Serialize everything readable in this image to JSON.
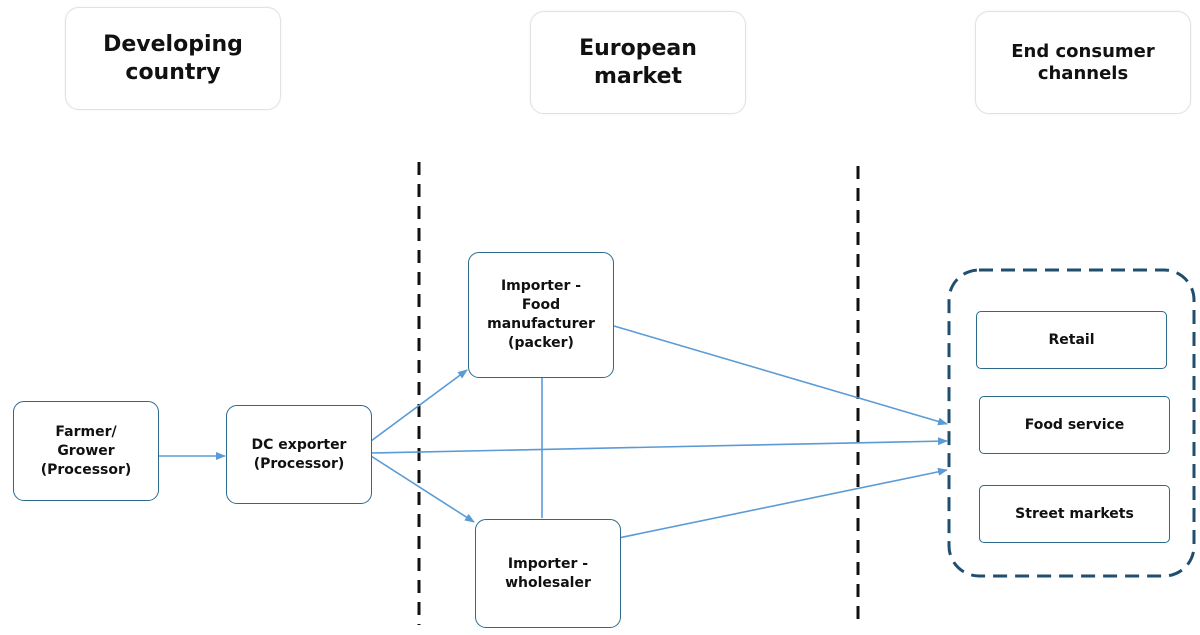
{
  "headers": {
    "developing": "Developing\ncountry",
    "european": "European\nmarket",
    "consumer": "End consumer\nchannels"
  },
  "nodes": {
    "farmer": "Farmer/\nGrower\n(Processor)",
    "exporter": "DC exporter\n(Processor)",
    "manufacturer": "Importer -\nFood\nmanufacturer\n(packer)",
    "wholesaler": "Importer -\nwholesaler"
  },
  "channels": {
    "retail": "Retail",
    "food_service": "Food service",
    "street_markets": "Street markets"
  },
  "colors": {
    "arrow": "#5b9bd5",
    "node_border": "#2b6a8a",
    "group_border": "#1f4e6e",
    "divider": "#111111"
  }
}
